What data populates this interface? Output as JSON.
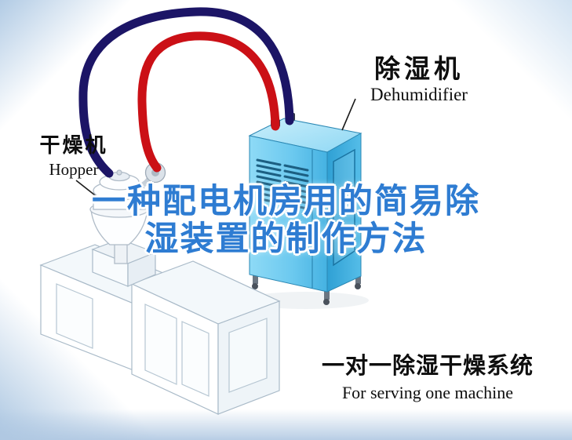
{
  "title": {
    "line1": "一种配电机房用的简易除",
    "line2": "湿装置的制作方法"
  },
  "callouts": {
    "dehumidifier": {
      "zh": "除湿机",
      "en": "Dehumidifier"
    },
    "hopper": {
      "zh": "干燥机",
      "en": "Hopper"
    },
    "system": {
      "zh": "一对一除湿干燥系统",
      "en": "For serving one machine"
    }
  },
  "colors": {
    "title_blue": "#2e7cd2",
    "pipe_navy": "#1c1566",
    "pipe_red": "#cb1016",
    "machine_blue": "#5fc3ec",
    "label_text": "#0e0e0e"
  },
  "diagram": {
    "machines": [
      "dehumidifier",
      "hopper-dryer",
      "extruder"
    ],
    "pipes": [
      "return-air-pipe-navy",
      "dry-air-pipe-red"
    ]
  }
}
